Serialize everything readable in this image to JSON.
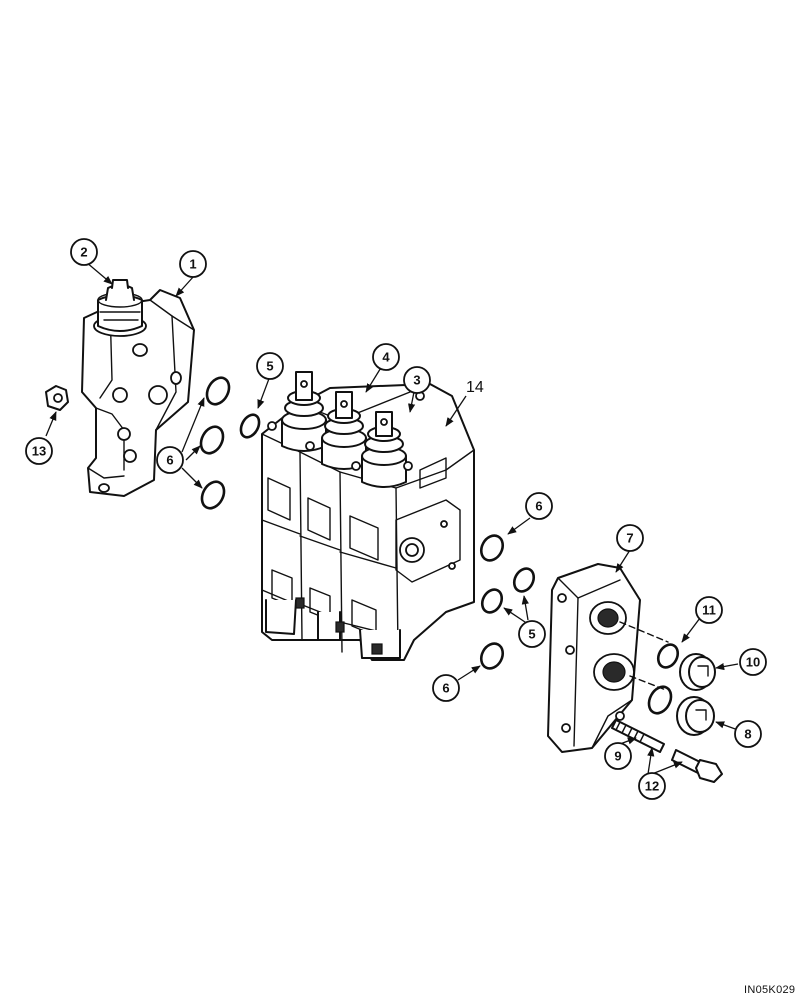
{
  "drawing_code": "IN05K029",
  "callouts": [
    {
      "label": "1"
    },
    {
      "label": "2"
    },
    {
      "label": "3"
    },
    {
      "label": "4"
    },
    {
      "label": "5"
    },
    {
      "label": "5"
    },
    {
      "label": "6"
    },
    {
      "label": "6"
    },
    {
      "label": "6"
    },
    {
      "label": "7"
    },
    {
      "label": "8"
    },
    {
      "label": "9"
    },
    {
      "label": "10"
    },
    {
      "label": "11"
    },
    {
      "label": "12"
    },
    {
      "label": "13"
    }
  ],
  "free_label": "14",
  "colors": {
    "ink": "#111111",
    "paper": "#ffffff"
  }
}
